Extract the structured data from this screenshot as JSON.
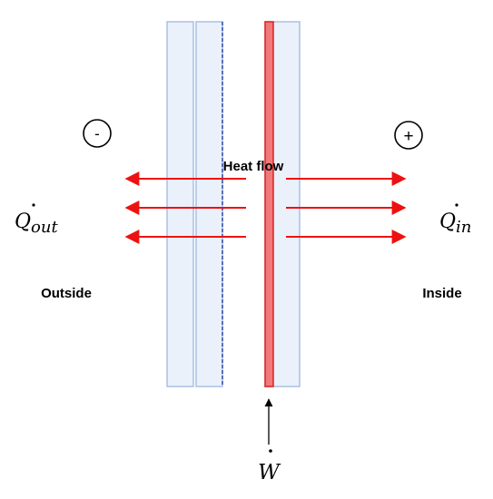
{
  "labels": {
    "heat_flow": "Heat flow",
    "outside": "Outside",
    "inside": "Inside",
    "minus": "-",
    "plus": "+",
    "q_out_main": "Q",
    "q_out_sub": "out",
    "q_in_main": "Q",
    "q_in_sub": "in",
    "w_main": "W"
  },
  "colors": {
    "pane_fill": "#eaf1fb",
    "pane_stroke": "#a9c1e3",
    "dashed_line": "#3f56a8",
    "hot_fill": "#f07a7a",
    "hot_stroke": "#e02020",
    "arrow": "#ee1111",
    "text": "#000000"
  }
}
